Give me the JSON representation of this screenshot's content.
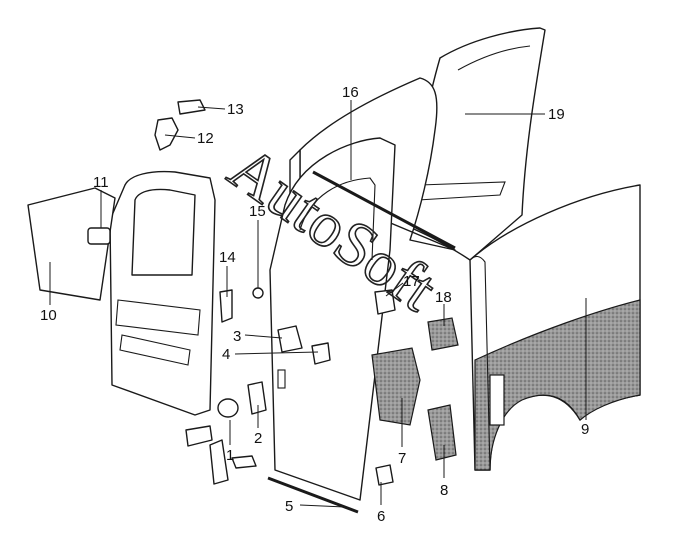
{
  "watermark": "AutoSoft",
  "callouts": [
    {
      "id": "1",
      "label": "1"
    },
    {
      "id": "2",
      "label": "2"
    },
    {
      "id": "3",
      "label": "3"
    },
    {
      "id": "4",
      "label": "4"
    },
    {
      "id": "5",
      "label": "5"
    },
    {
      "id": "6",
      "label": "6"
    },
    {
      "id": "7",
      "label": "7"
    },
    {
      "id": "8",
      "label": "8"
    },
    {
      "id": "9",
      "label": "9"
    },
    {
      "id": "10",
      "label": "10"
    },
    {
      "id": "11",
      "label": "11"
    },
    {
      "id": "12",
      "label": "12"
    },
    {
      "id": "13",
      "label": "13"
    },
    {
      "id": "14",
      "label": "14"
    },
    {
      "id": "15",
      "label": "15"
    },
    {
      "id": "16",
      "label": "16"
    },
    {
      "id": "17",
      "label": "17"
    },
    {
      "id": "18",
      "label": "18"
    },
    {
      "id": "19",
      "label": "19"
    }
  ],
  "colors": {
    "line": "#1a1a1a",
    "hatch": "#8a8a8a",
    "background": "#ffffff"
  }
}
